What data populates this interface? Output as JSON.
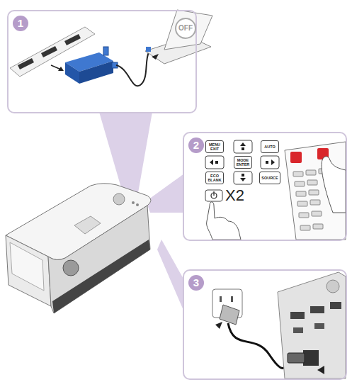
{
  "diagram": {
    "nodes": [
      {
        "text": [
          "1"
        ]
      },
      {
        "text": [
          "OFF"
        ],
        "in": 0
      },
      {
        "text": [
          "2"
        ]
      },
      {
        "text": [
          "MENU EXIT"
        ],
        "in": 2
      },
      {
        "text": [
          "AUTO"
        ],
        "in": 2
      },
      {
        "text": [
          "MODE ENTER"
        ],
        "in": 2
      },
      {
        "text": [
          "ECO BLANK"
        ],
        "in": 2
      },
      {
        "text": [
          "SOURCE"
        ],
        "in": 2
      },
      {
        "text": [
          "3"
        ]
      }
    ],
    "labels": [
      "X2"
    ]
  }
}
